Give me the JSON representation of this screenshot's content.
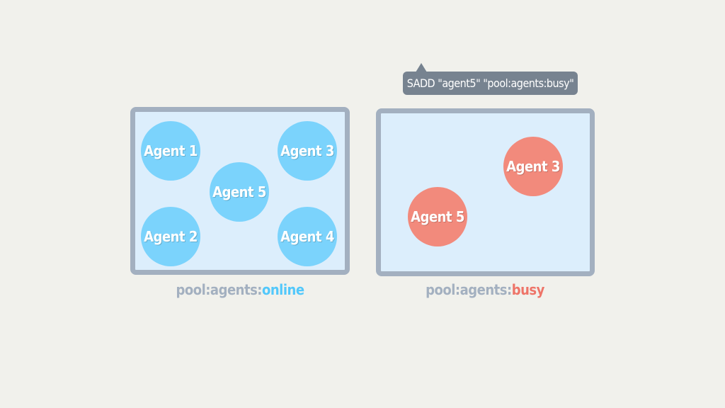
{
  "pools": {
    "online": {
      "label_prefix": "pool:agents:",
      "label_accent": "online",
      "accent_color": "#52c8fb",
      "agents": [
        "Agent 1",
        "Agent 3",
        "Agent 5",
        "Agent 2",
        "Agent 4"
      ]
    },
    "busy": {
      "label_prefix": "pool:agents:",
      "label_accent": "busy",
      "accent_color": "#ee7468",
      "agents": [
        "Agent 3",
        "Agent 5"
      ]
    }
  },
  "command": {
    "text": "SADD \"agent5\" \"pool:agents:busy\""
  },
  "colors": {
    "background": "#f1f1ec",
    "pool_fill": "#dceefc",
    "pool_border": "#a3b0c0",
    "online_agent": "#7bd3fc",
    "busy_agent": "#f28a7c",
    "tooltip_bg": "#778390"
  }
}
